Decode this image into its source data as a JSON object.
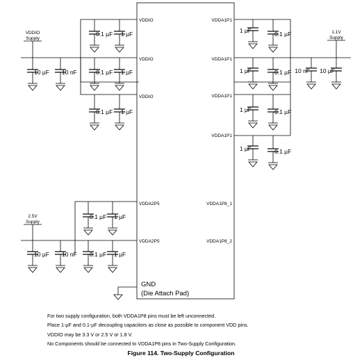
{
  "pins_left": [
    "VDDIO",
    "VDDIO",
    "VDDIO",
    "VDDA2P5",
    "VDDA2P5"
  ],
  "pins_right": [
    "VDDA1P1",
    "VDDA1P1",
    "VDDA1P1",
    "VDDA1P1",
    "VDDA1P8_1",
    "VDDA1P8_2"
  ],
  "gnd_label": "GND",
  "die_label": "(Die Attach Pad)",
  "supplies": {
    "vddio": [
      "VDDIO",
      "Supply"
    ],
    "v25": [
      "2.5V",
      "Supply"
    ],
    "v11": [
      "1.1V",
      "Supply"
    ]
  },
  "cap_labels": {
    "c_0_1uF": "0.1 µF",
    "c_1uF": "1 µF",
    "c_10uF": "10 µF",
    "c_10nF": "10 nF"
  },
  "notes": [
    "For two supply configuration, both VDDA1P8 pins must be left unconnected.",
    "Place 1-µF and 0.1-µF decoupling capacitors as close as possible to component VDD pins.",
    "VDDIO may be 3.3 V or 2.5 V or 1.8 V.",
    "No Components should be connected to VDDA1P8 pins in Two-Supply Configuration."
  ],
  "caption": "Figure 114.  Two-Supply Configuration"
}
